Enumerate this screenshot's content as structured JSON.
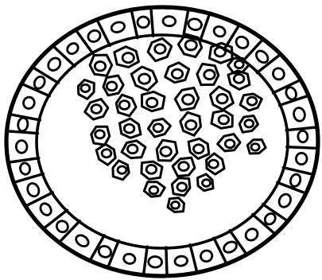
{
  "figure": {
    "subject": "blastocyst",
    "parts": {
      "zona_boundary": "outer-ring",
      "trophoblast": "cell-ring",
      "blastocoel": "cavity",
      "inner_cell_mass": "cell-cluster"
    },
    "trophoblast_cell_count": 34,
    "inner_cell_mass_cell_count": 38,
    "colors": {
      "ink": "#000000",
      "background": "#ffffff"
    }
  }
}
